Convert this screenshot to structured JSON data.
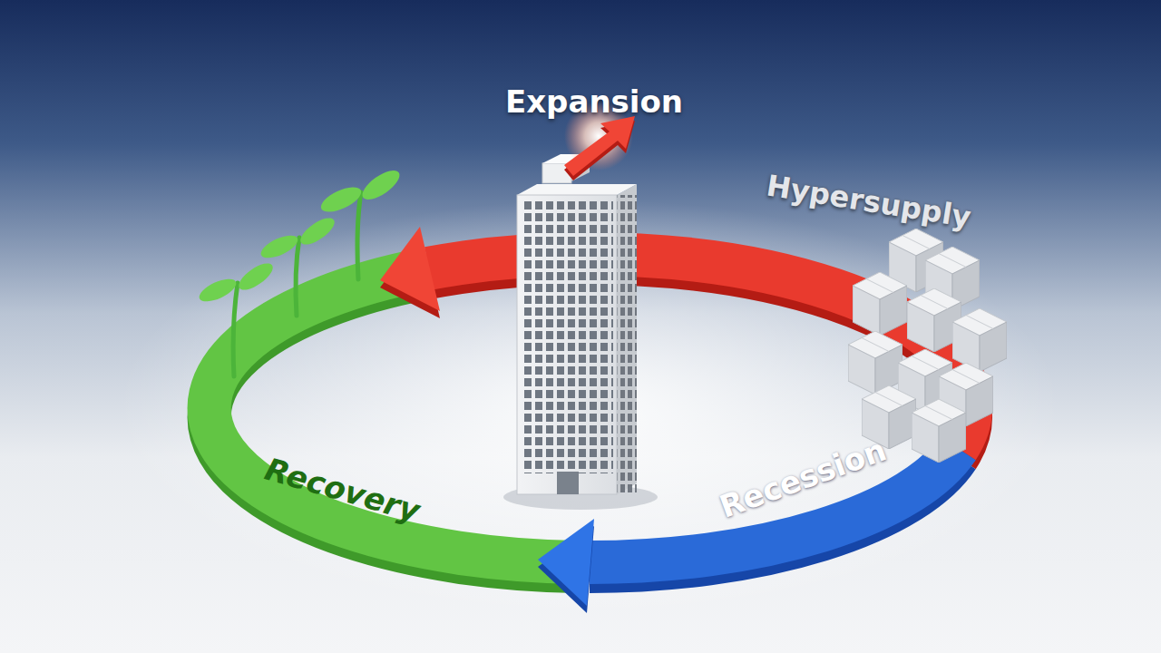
{
  "diagram": {
    "labels": [
      "Expansion",
      "Hypersupply",
      "Recovery",
      "Recession"
    ]
  }
}
